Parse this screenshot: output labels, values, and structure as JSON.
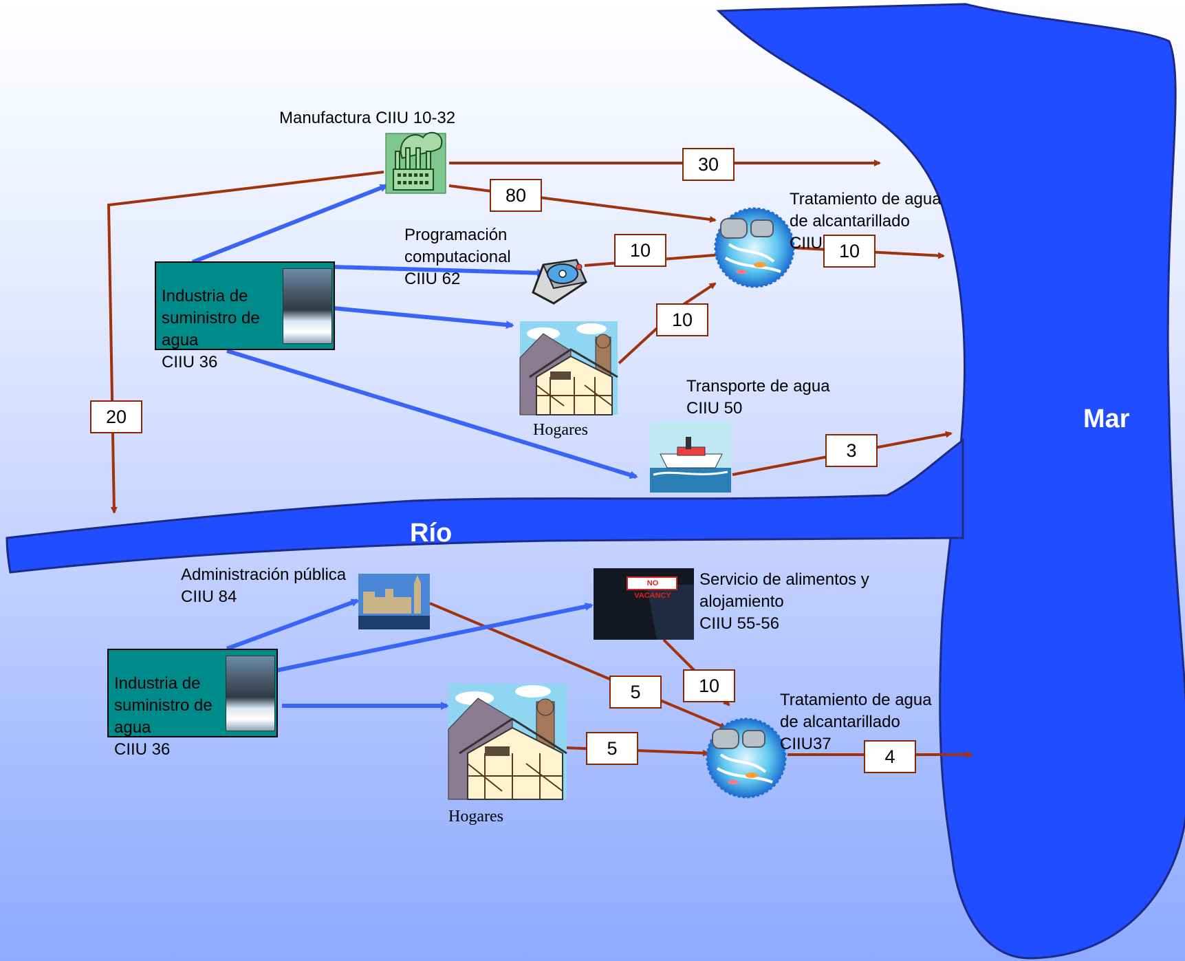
{
  "water_bodies": {
    "sea": "Mar",
    "river": "Río"
  },
  "colors": {
    "water": "#1f4dff",
    "supply_flow": "#3a64f5",
    "discharge_flow": "#a0330c",
    "supply_box": "#008b8b"
  },
  "upper": {
    "supply": "Industria de\nsuministro de\nagua\nCIIU 36",
    "manufacturing": "Manufactura CIIU 10-32",
    "programming": "Programación\ncomputacional\nCIIU 62",
    "households": "Hogares",
    "sewage": "Tratamiento de agua\nde alcantarillado\nCIIU 37",
    "transport": "Transporte de agua\nCIIU 50",
    "values": {
      "manufacturing_to_sea": "30",
      "manufacturing_to_sewage": "80",
      "manufacturing_to_river": "20",
      "programming_to_sewage": "10",
      "households_to_sewage": "10",
      "sewage_to_sea": "10",
      "transport_to_sea": "3"
    }
  },
  "lower": {
    "supply": "Industria de\nsuministro de\nagua\nCIIU 36",
    "public_admin": "Administración pública\nCIIU 84",
    "food_lodging": "Servicio de alimentos y\nalojamiento\nCIIU 55-56",
    "vacancy_sign": "NO VACANCY",
    "households": "Hogares",
    "sewage": "Tratamiento de agua\nde alcantarillado\nCIIU37",
    "values": {
      "public_admin_to_sewage": "5",
      "food_lodging_to_sewage": "10",
      "households_to_sewage": "5",
      "sewage_to_sea": "4"
    }
  }
}
